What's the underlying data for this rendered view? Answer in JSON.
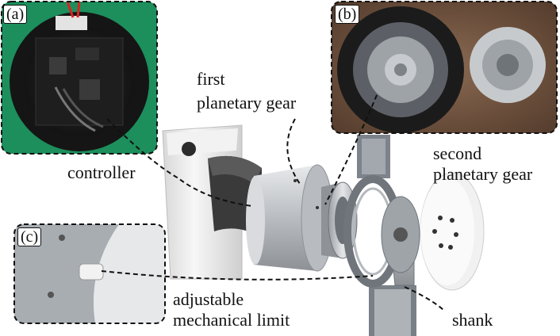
{
  "panels": {
    "a": {
      "tag": "(a)"
    },
    "b": {
      "tag": "(b)"
    },
    "c": {
      "tag": "(c)"
    }
  },
  "labels": {
    "controller": "controller",
    "first_planetary_gear": [
      "first",
      "planetary gear"
    ],
    "second_planetary_gear": [
      "second",
      "planetary gear"
    ],
    "adjustable_mechanical_limit": [
      "adjustable",
      "mechanical limit"
    ],
    "shank": "shank"
  },
  "colors": {
    "inset_a_bg": "#1c8f5c",
    "inset_b_bg": "#6b4a35",
    "aluminum": "#c9ccd0",
    "housing_white": "#eeeeee",
    "frame_gray": "#8a8f96",
    "callout_line": "#111111"
  }
}
